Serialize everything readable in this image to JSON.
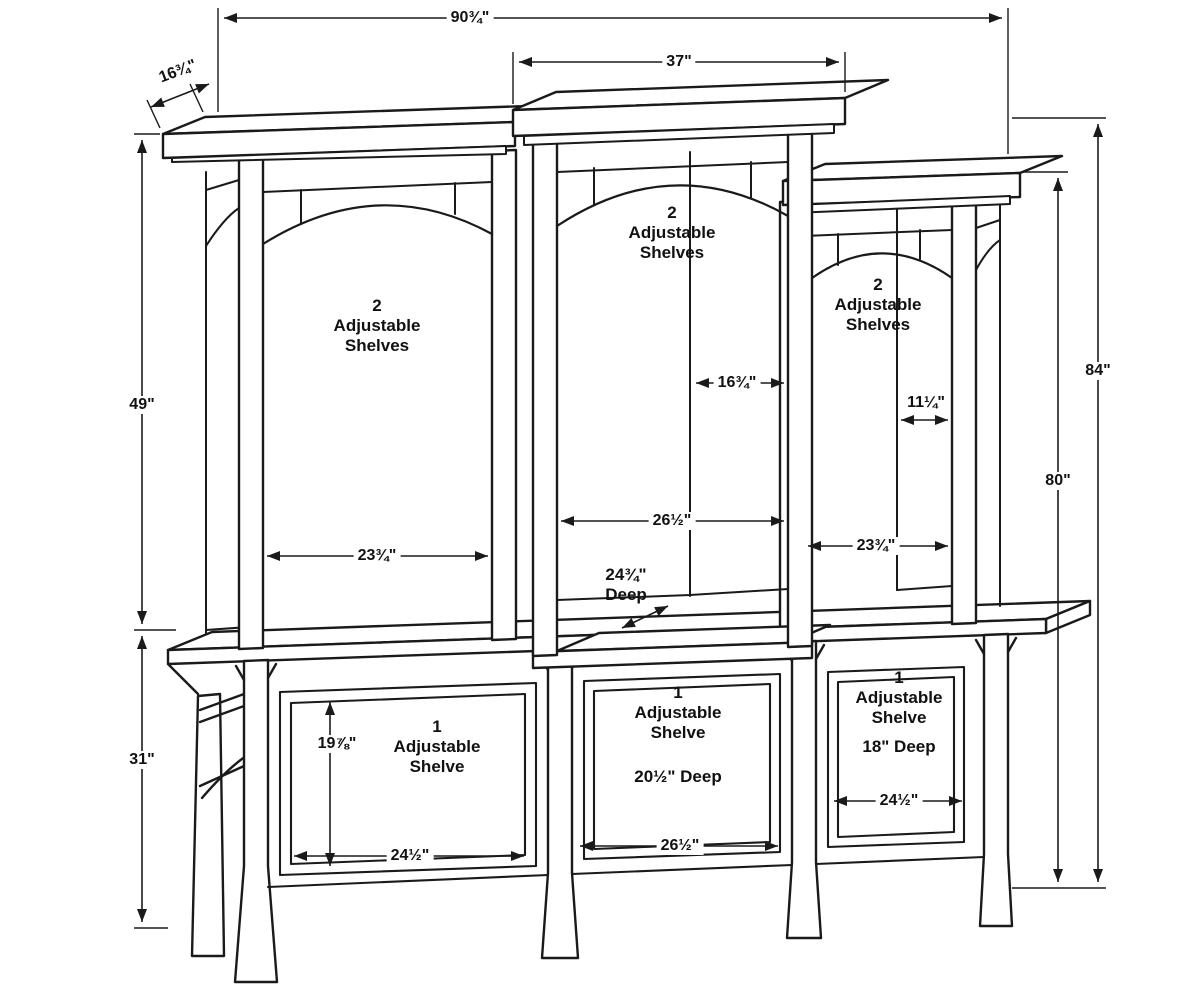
{
  "dimensions": {
    "overall_width": "90¾\"",
    "top_center_width": "37\"",
    "cap_depth": "16¾\"",
    "left_upper_height": "49\"",
    "left_lower_height": "31\"",
    "right_outer_height": "84\"",
    "right_inner_height": "80\"",
    "center_side_depth": "16¾\"",
    "right_side_depth": "11¼\"",
    "center_inner_width": "26½\"",
    "left_inner_width": "23¾\"",
    "right_inner_width": "23¾\"",
    "center_deep": "24¾\"\nDeep",
    "base_left_height": "19⅞\"",
    "base_left_width": "24½\"",
    "base_center_width": "26½\"",
    "base_right_width": "24½\""
  },
  "labels": {
    "left_upper": "2\nAdjustable\nShelves",
    "center_upper": "2\nAdjustable\nShelves",
    "right_upper": "2\nAdjustable\nShelves",
    "left_lower": "1\nAdjustable\nShelve",
    "center_lower": "1\nAdjustable\nShelve",
    "center_lower_deep": "20½\" Deep",
    "right_lower": "1\nAdjustable\nShelve",
    "right_lower_deep": "18\" Deep"
  },
  "colors": {
    "line": "#1a1a1a",
    "background": "#ffffff"
  }
}
